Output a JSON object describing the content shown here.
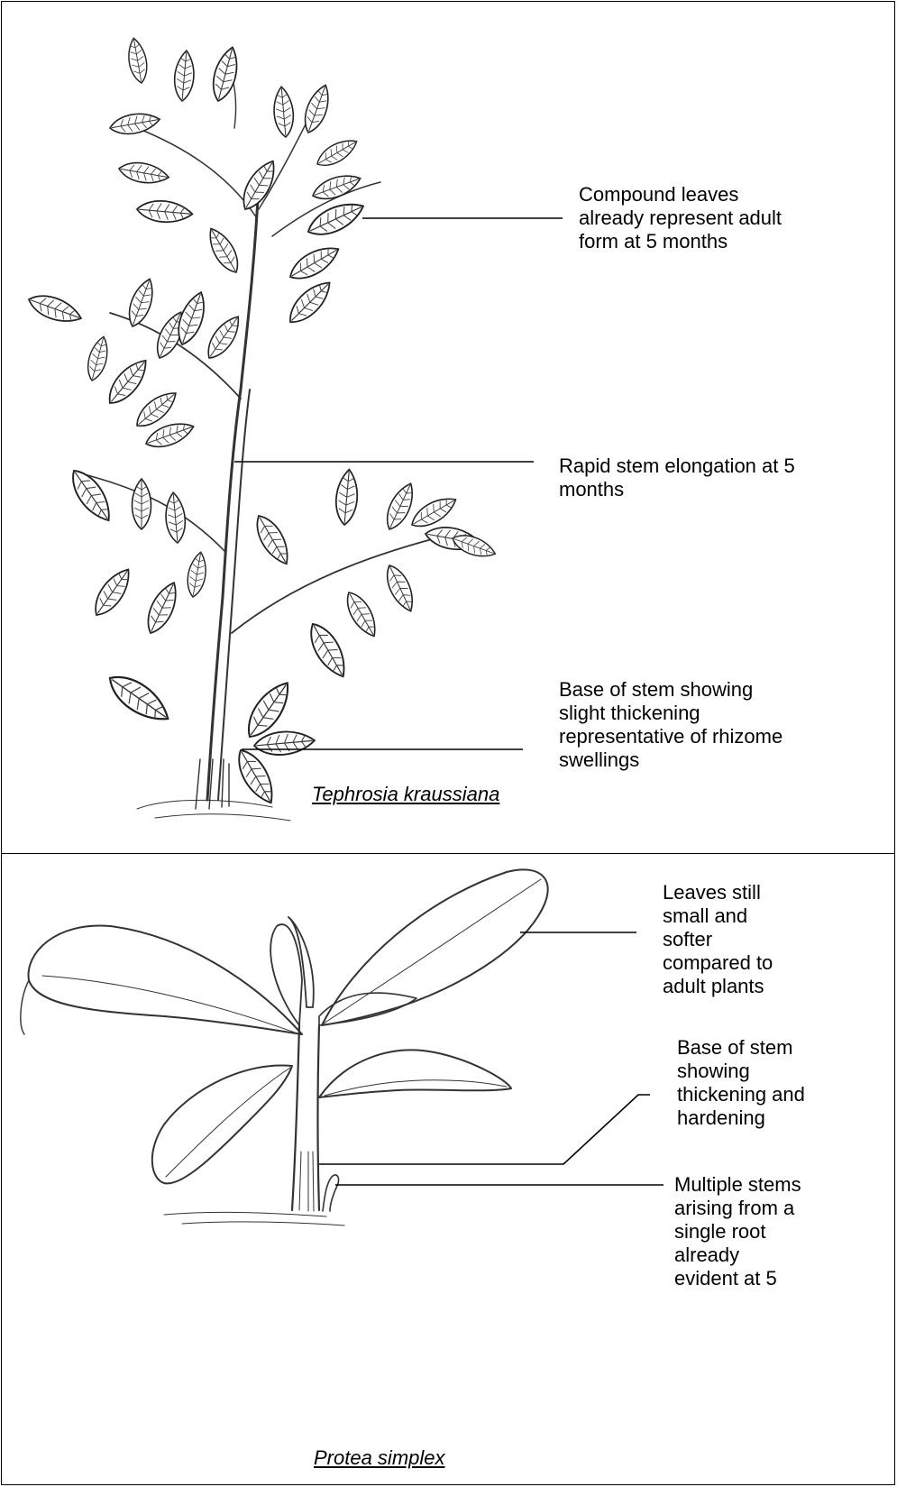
{
  "top_panel": {
    "species": "Tephrosia kraussiana",
    "labels": [
      "Compound leaves\nalready represent adult\nform at 5 months",
      "Rapid stem elongation at 5\nmonths",
      "Base of stem showing\nslight thickening\nrepresentative of rhizome\nswellings"
    ]
  },
  "bottom_panel": {
    "species": "Protea simplex",
    "labels": [
      "Leaves still\nsmall and\nsofter\ncompared to\nadult plants",
      "Base of stem\nshowing\nthickening and\nhardening",
      "Multiple stems\narising from a\nsingle root\nalready\nevident at 5"
    ]
  }
}
